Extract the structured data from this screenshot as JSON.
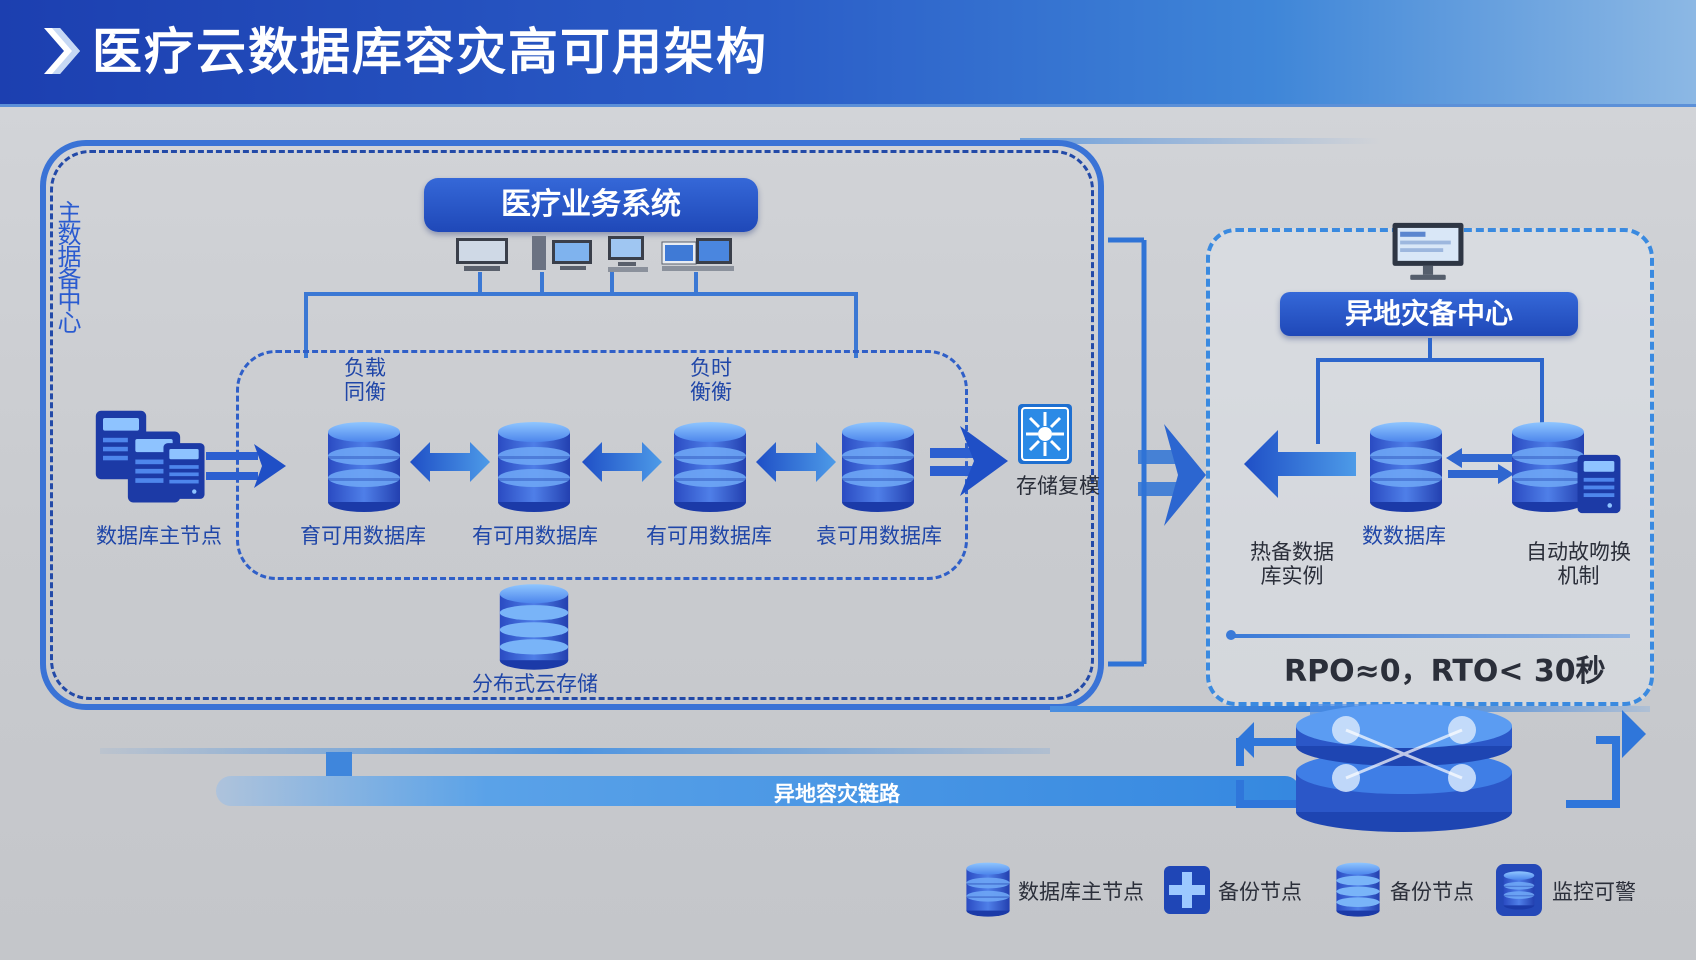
{
  "header": {
    "title": "医疗云数据库容灾高可用架构"
  },
  "primary_center": {
    "label": "主数据备中心",
    "business_system": "医疗业务系统",
    "master_node_label": "数据库主节点",
    "lb_left": [
      "负载",
      "同衡"
    ],
    "lb_right": [
      "负时",
      "衡衡"
    ],
    "ha_nodes": [
      "育可用数据库",
      "有可用数据库",
      "有可用数据库",
      "袁可用数据库"
    ],
    "storage_label": "分布式云存储",
    "storage_switch": "存储复模"
  },
  "dr_center": {
    "title": "异地灾备中心",
    "hot_standby": [
      "热备数据",
      "库实例"
    ],
    "db_label": "数数据库",
    "failover": [
      "自动故吻换",
      "机制"
    ],
    "metrics": "RPO≈0，RTO< 30秒"
  },
  "link_label": "异地容灾链路",
  "legend": [
    {
      "label": "数据库主节点"
    },
    {
      "label": "备份节点"
    },
    {
      "label": "备份节点"
    },
    {
      "label": "监控可警"
    }
  ],
  "colors": {
    "primary": "#1f48b8",
    "accent": "#3a86e0",
    "dashed": "#2f5fc8"
  }
}
